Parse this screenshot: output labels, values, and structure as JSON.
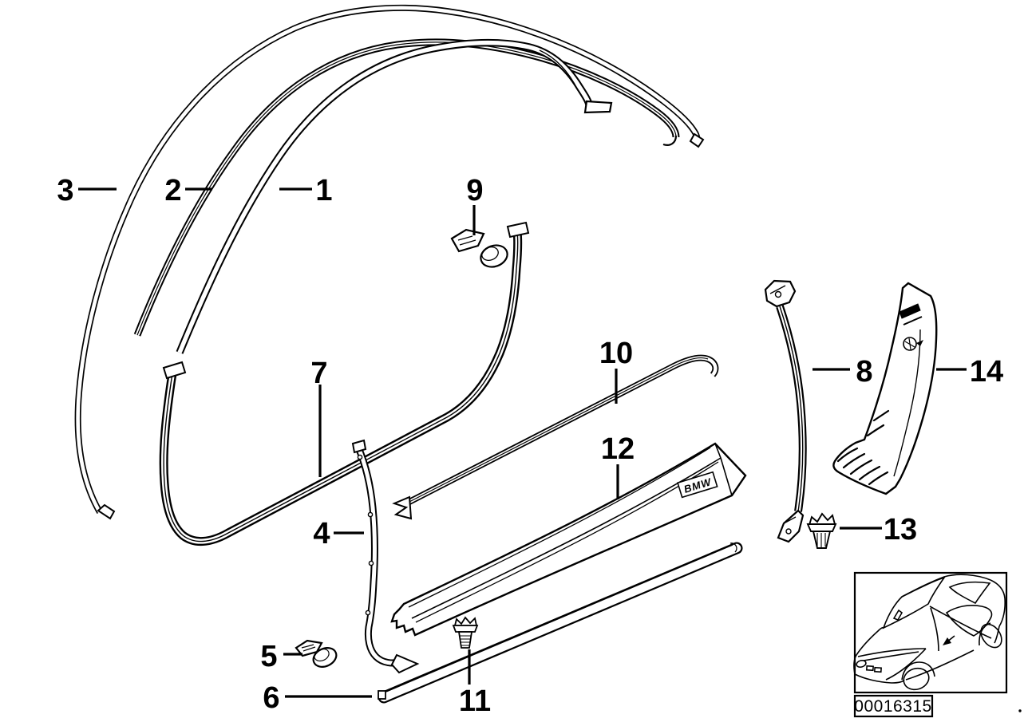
{
  "diagram": {
    "bg_color": "#ffffff",
    "ink_color": "#000000",
    "stamp_code": "00016315",
    "embossed_text": "BMW",
    "callouts": [
      {
        "num": "1"
      },
      {
        "num": "2"
      },
      {
        "num": "3"
      },
      {
        "num": "4"
      },
      {
        "num": "5"
      },
      {
        "num": "6"
      },
      {
        "num": "7"
      },
      {
        "num": "8"
      },
      {
        "num": "9"
      },
      {
        "num": "10"
      },
      {
        "num": "11"
      },
      {
        "num": "12"
      },
      {
        "num": "13"
      },
      {
        "num": "14"
      }
    ]
  }
}
